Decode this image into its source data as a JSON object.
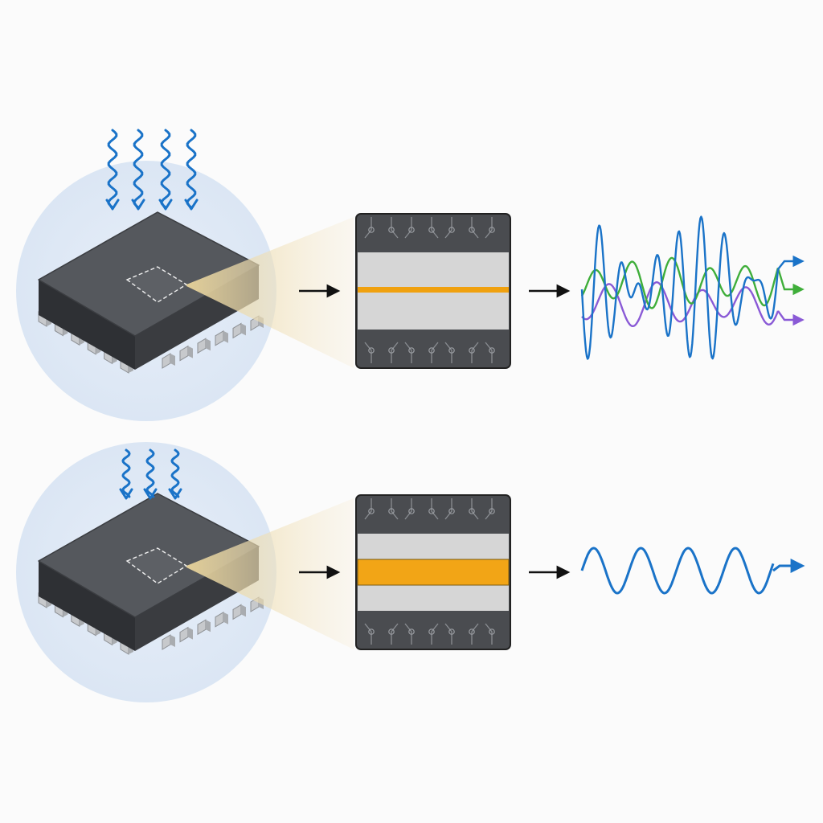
{
  "colors": {
    "background": "#fbfbfb",
    "halo": "#dfe9f6",
    "chip_body": "#45484d",
    "chip_top": "#55585d",
    "pin_metal": "#c7c9cc",
    "stack_dark": "#4a4c50",
    "stack_gray": "#d6d6d6",
    "thin_layer": "#f0a10f",
    "thick_layer": "#f2a516",
    "arrow": "#111111",
    "heat_arrow": "#1a73c8",
    "wave_blue": "#1a73c8",
    "wave_green": "#3fae3a",
    "wave_purple": "#8a5ad6",
    "beam": "#f4e2b8"
  },
  "icons": [
    "incoming-wave-arrow-icon",
    "chip-icon",
    "flow-arrow-icon",
    "signal-arrow-icon"
  ],
  "rows": [
    {
      "id": "top",
      "incoming_arrow_count": 4,
      "incoming_style": "long-wavy",
      "layer_type": "thin",
      "output_type": "noisy-multichannel",
      "output_channel_colors": [
        "#1a73c8",
        "#3fae3a",
        "#8a5ad6"
      ]
    },
    {
      "id": "bottom",
      "incoming_arrow_count": 3,
      "incoming_style": "short-wavy",
      "layer_type": "thick",
      "output_type": "clean-sine",
      "output_channel_colors": [
        "#1a73c8"
      ]
    }
  ]
}
